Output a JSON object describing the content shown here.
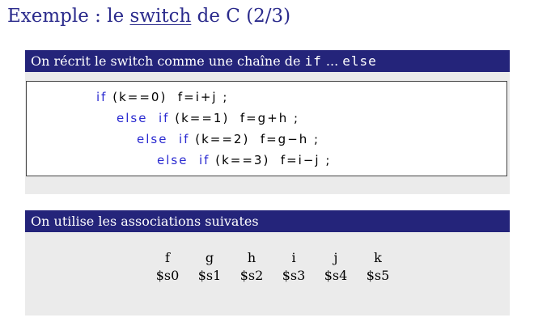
{
  "slide": {
    "title_prefix": "Exemple : le ",
    "title_link": "switch",
    "title_suffix": " de C (2/3)"
  },
  "block1": {
    "header_text": "On récrit le switch comme une chaîne de ",
    "header_if": "if",
    "header_ellipsis": " ... ",
    "header_else": "else",
    "code_lines": [
      {
        "keyword": "if",
        "rest": "(k==0)  f=i+j ;"
      },
      {
        "keyword": "else  if",
        "rest": "(k==1)  f=g+h ;"
      },
      {
        "keyword": "else  if",
        "rest": "(k==2)  f=g−h ;"
      },
      {
        "keyword": "else  if",
        "rest": "(k==3)  f=i−j ;"
      }
    ]
  },
  "block2": {
    "header_text": "On utilise les associations suivates",
    "variables": [
      "f",
      "g",
      "h",
      "i",
      "j",
      "k"
    ],
    "registers": [
      "$s0",
      "$s1",
      "$s2",
      "$s3",
      "$s4",
      "$s5"
    ]
  },
  "colors": {
    "title": "#2b2b8c",
    "header_bg": "#24247a",
    "block_bg": "#ebebeb",
    "keyword": "#2a2ad0"
  }
}
